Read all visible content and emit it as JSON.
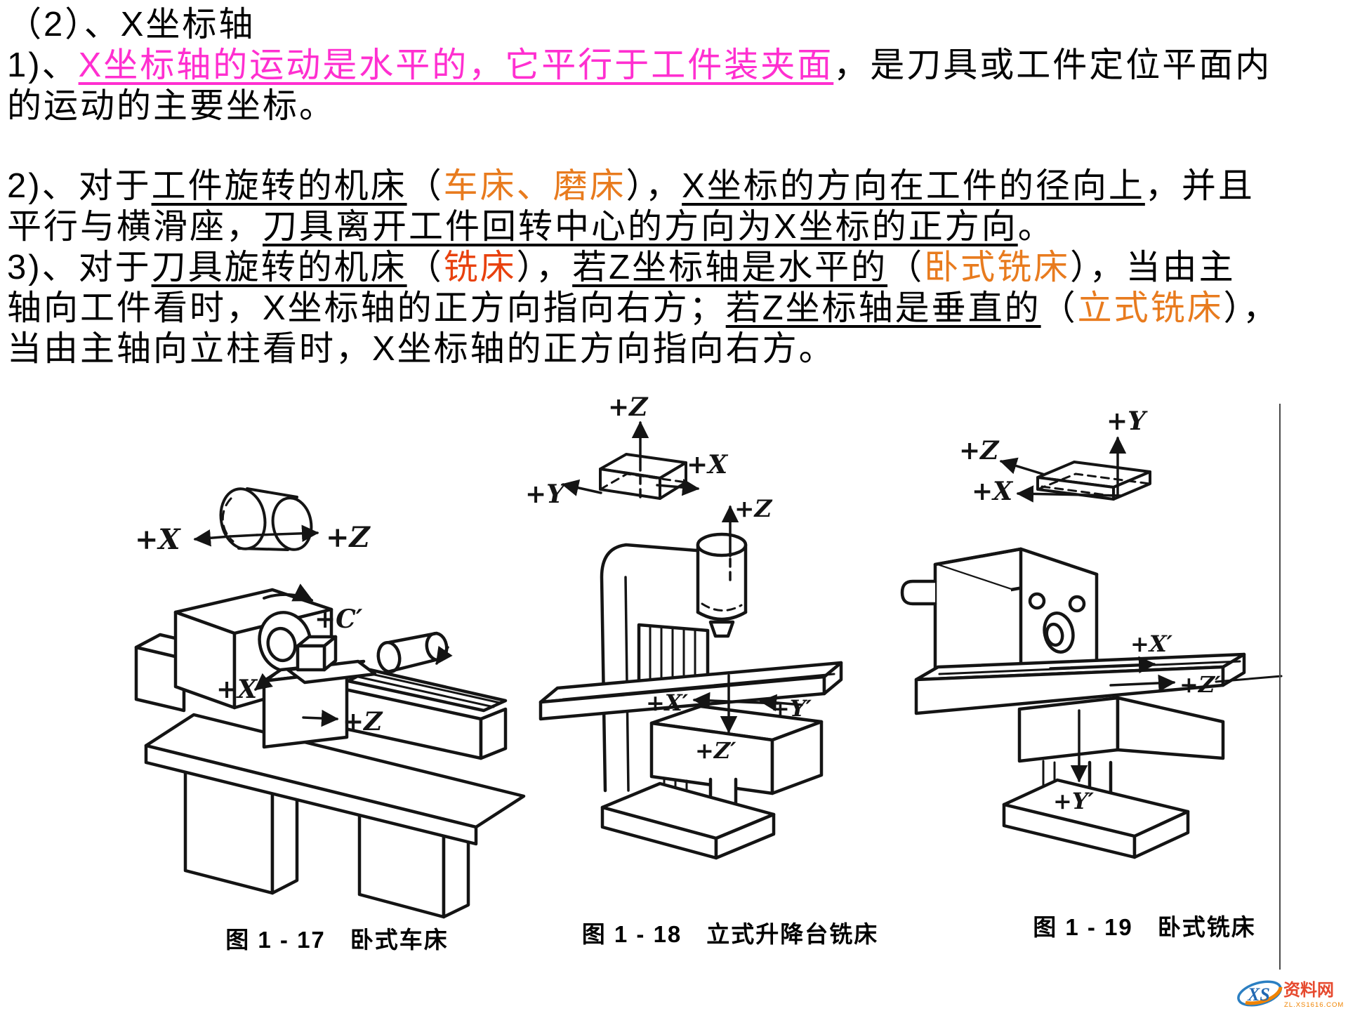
{
  "colors": {
    "black": "#000000",
    "magenta": "#ff2fd0",
    "orange": "#e87b1e",
    "red": "#e8410e"
  },
  "heading": "（2）、X坐标轴",
  "paragraphs": [
    {
      "segments": [
        {
          "t": "1)、",
          "c": "black"
        },
        {
          "t": "X坐标轴的运动是水平的，它平行于工件装夹面",
          "c": "magenta",
          "u": true
        },
        {
          "t": "，是刀具或工件定位平面内\n的运动的主要坐标。",
          "c": "black"
        }
      ]
    },
    {
      "segments": [
        {
          "t": "2)、对于",
          "c": "black"
        },
        {
          "t": "工件旋转的机床",
          "c": "black",
          "u": true
        },
        {
          "t": "（",
          "c": "black"
        },
        {
          "t": "车床、磨床",
          "c": "orange"
        },
        {
          "t": "），",
          "c": "black"
        },
        {
          "t": "X坐标的方向在工件的径向上",
          "c": "black",
          "u": true
        },
        {
          "t": "，并且\n平行与横滑座，",
          "c": "black"
        },
        {
          "t": "刀具离开工件回转中心的方向为X坐标的正方向",
          "c": "black",
          "u": true
        },
        {
          "t": "。",
          "c": "black"
        }
      ]
    },
    {
      "segments": [
        {
          "t": "3)、对于",
          "c": "black"
        },
        {
          "t": "刀具旋转的机床",
          "c": "black",
          "u": true
        },
        {
          "t": "（",
          "c": "black"
        },
        {
          "t": "铣床",
          "c": "red"
        },
        {
          "t": "），",
          "c": "black"
        },
        {
          "t": "若Z坐标轴是水平的",
          "c": "black",
          "u": true
        },
        {
          "t": "（",
          "c": "black"
        },
        {
          "t": "卧式铣床",
          "c": "orange"
        },
        {
          "t": "），当由主\n轴向工件看时，X坐标轴的正方向指向右方；",
          "c": "black"
        },
        {
          "t": "若Z坐标轴是垂直的",
          "c": "black",
          "u": true
        },
        {
          "t": "（",
          "c": "black"
        },
        {
          "t": "立式铣床",
          "c": "orange"
        },
        {
          "t": "），\n当由主轴向立柱看时，X坐标轴的正方向指向右方。",
          "c": "black"
        }
      ]
    }
  ],
  "figures": [
    {
      "caption": "图 1 - 17　卧式车床",
      "labels": {
        "wp_x": "+X",
        "wp_z": "+Z",
        "c": "+C′",
        "x": "+X",
        "z": "+Z"
      }
    },
    {
      "caption": "图 1 - 18　立式升降台铣床",
      "labels": {
        "wp_z": "+Z",
        "wp_x": "+X",
        "wp_y": "+Y",
        "sp_z": "+Z",
        "x": "+X′",
        "y": "+Y′",
        "z": "+Z′"
      }
    },
    {
      "caption": "图 1 - 19　卧式铣床",
      "labels": {
        "wp_y": "+Y",
        "wp_z": "+Z",
        "wp_x": "+X",
        "x": "+X′",
        "z": "+Z′",
        "y": "+Y′"
      }
    }
  ],
  "watermark": {
    "logo": "XS",
    "name": "资料网",
    "url": "ZL.XS1616.COM"
  }
}
